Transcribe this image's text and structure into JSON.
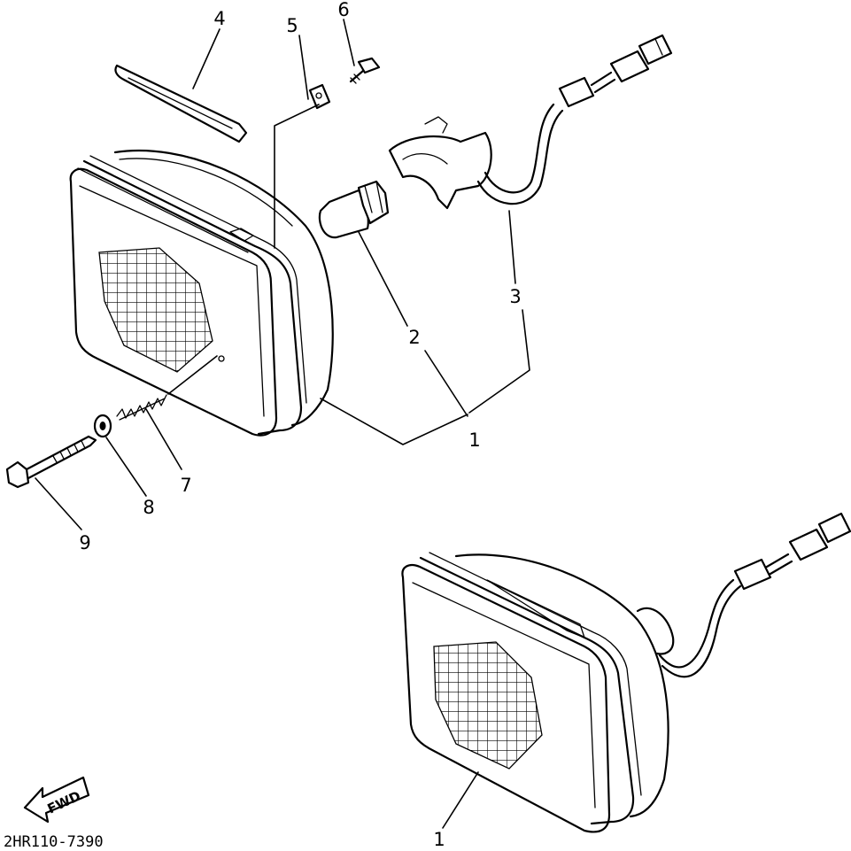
{
  "diagram": {
    "callouts": [
      {
        "id": "1a",
        "label": "1"
      },
      {
        "id": "1b",
        "label": "1"
      },
      {
        "id": "2",
        "label": "2"
      },
      {
        "id": "3",
        "label": "3"
      },
      {
        "id": "4",
        "label": "4"
      },
      {
        "id": "5",
        "label": "5"
      },
      {
        "id": "6",
        "label": "6"
      },
      {
        "id": "7",
        "label": "7"
      },
      {
        "id": "8",
        "label": "8"
      },
      {
        "id": "9",
        "label": "9"
      }
    ],
    "fwd_label": "FWD",
    "drawing_code": "2HR110-7390"
  }
}
